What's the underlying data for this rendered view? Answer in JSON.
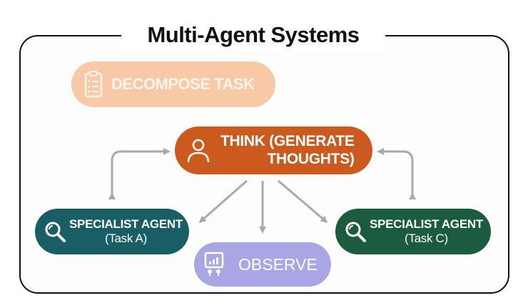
{
  "diagram": {
    "title": "Multi-Agent Systems",
    "nodes": {
      "decompose": {
        "label": "DECOMPOSE TASK",
        "icon": "clipboard-list-icon",
        "color": "#f7c9a6"
      },
      "think": {
        "line1": "THINK (GENERATE",
        "line2": "THOUGHTS)",
        "icon": "user-icon",
        "color": "#cc5a1e"
      },
      "specialist_a": {
        "line1": "SPECIALIST AGENT",
        "line2": "(Task A)",
        "icon": "search-icon",
        "color": "#185e64"
      },
      "specialist_c": {
        "line1": "SPECIALIST AGENT",
        "line2": "(Task C)",
        "icon": "search-icon",
        "color": "#1b5b3e"
      },
      "observe": {
        "label": "OBSERVE",
        "icon": "presentation-chart-icon",
        "color": "#a8a6e4"
      }
    },
    "edges": [
      {
        "from": "specialist_a",
        "to": "think",
        "type": "bidirectional"
      },
      {
        "from": "specialist_c",
        "to": "think",
        "type": "bidirectional"
      },
      {
        "from": "think",
        "to": "specialist_a",
        "type": "directed"
      },
      {
        "from": "think",
        "to": "observe",
        "type": "directed"
      },
      {
        "from": "think",
        "to": "specialist_c",
        "type": "directed"
      }
    ],
    "arrow_color": "#a9a9a9"
  }
}
